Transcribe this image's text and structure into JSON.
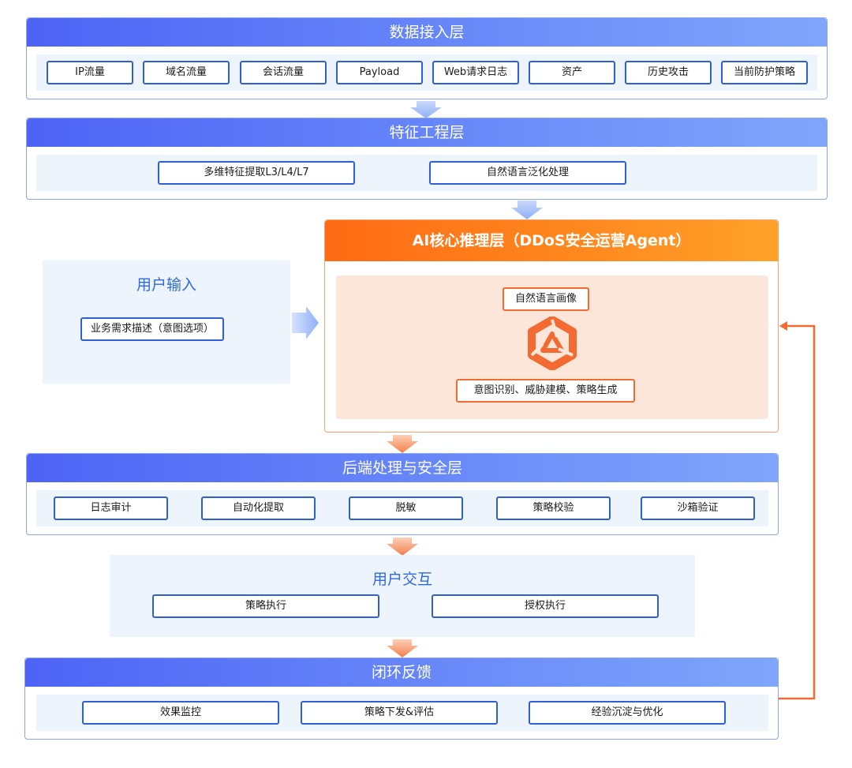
{
  "layers": {
    "data_access": {
      "title": "数据接入层",
      "items": [
        "IP流量",
        "域名流量",
        "会话流量",
        "Payload",
        "Web请求日志",
        "资产",
        "历史攻击",
        "当前防护策略"
      ]
    },
    "feature": {
      "title": "特征工程层",
      "items": [
        "多维特征提取L3/L4/L7",
        "自然语言泛化处理"
      ]
    },
    "ai_core": {
      "title": "AI核心推理层（DDoS安全运营Agent）",
      "top_item": "自然语言画像",
      "bottom_item": "意图识别、威胁建模、策略生成",
      "icon": "agent-logo-icon"
    },
    "user_input": {
      "title": "用户输入",
      "item": "业务需求描述（意图选项）"
    },
    "backend": {
      "title": "后端处理与安全层",
      "items": [
        "日志审计",
        "自动化提取",
        "脱敏",
        "策略校验",
        "沙箱验证"
      ]
    },
    "user_interaction": {
      "title": "用户交互",
      "items": [
        "策略执行",
        "授权执行"
      ]
    },
    "feedback": {
      "title": "闭环反馈",
      "items": [
        "效果监控",
        "策略下发&评估",
        "经验沉淀与优化"
      ]
    }
  },
  "colors": {
    "blue_header": "#4e63f5",
    "orange_header": "#ff6a14",
    "pill_border": "#2e5fd4",
    "orange_border": "#f36a32",
    "panel_bg": "#eef4fc"
  }
}
